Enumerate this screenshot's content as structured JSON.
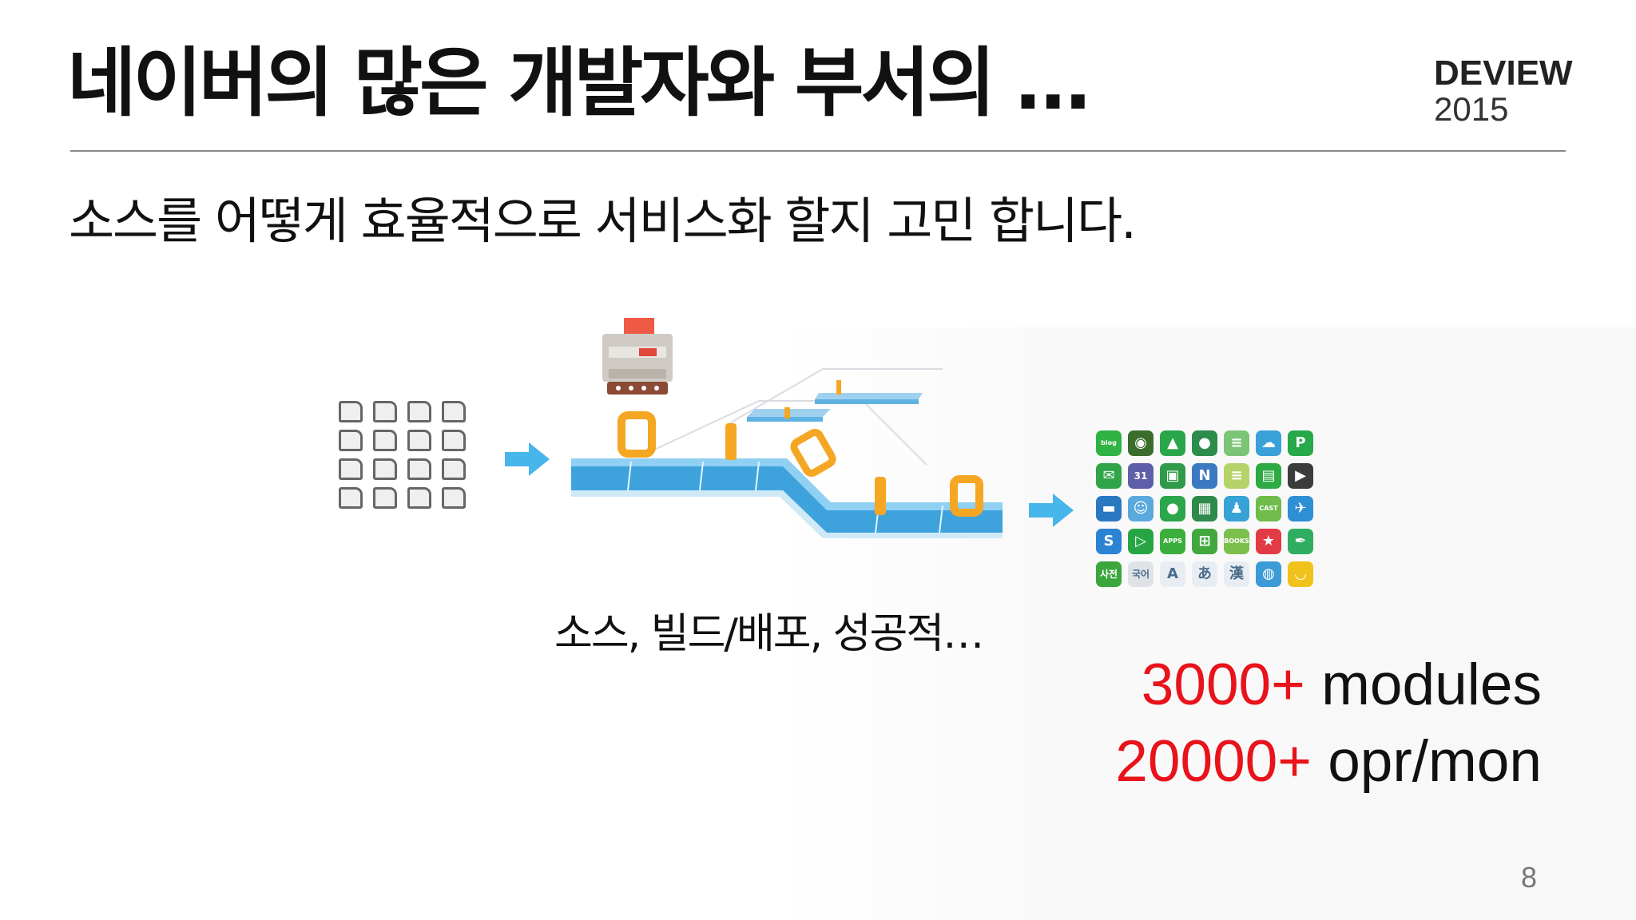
{
  "slide": {
    "title": "네이버의 많은 개발자와 부서의 …",
    "subtitle": "소스를 어떻게 효율적으로 서비스화 할지 고민 합니다.",
    "caption": "소스, 빌드/배포, 성공적…",
    "page_number": "8"
  },
  "logo": {
    "line1": "DEVIEW",
    "line2": "2015"
  },
  "stats": [
    {
      "value": "3000+",
      "label": " modules"
    },
    {
      "value": "20000+",
      "label": " opr/mon"
    }
  ],
  "colors": {
    "accent_red": "#e8131b",
    "arrow_blue": "#47b6ea",
    "conveyor_blue": "#4aa8dc",
    "block_orange": "#f5a623",
    "app_green": "#2fb344",
    "rule_gray": "#8a8a8a"
  },
  "diagram": {
    "source_icon": "file-stack-icon",
    "arrow_icon": "right-arrow-icon",
    "build_icon": "conveyor-belt-icon",
    "services_icon": "app-grid-icon",
    "app_icons": [
      {
        "name": "blog-icon",
        "glyph": "blog",
        "color": "#2fb344"
      },
      {
        "name": "camera-icon",
        "glyph": "◉",
        "color": "#3b6e2d"
      },
      {
        "name": "school-icon",
        "glyph": "▲",
        "color": "#2aa64a"
      },
      {
        "name": "map-pin-icon",
        "glyph": "●",
        "color": "#2c8c4c"
      },
      {
        "name": "news-icon",
        "glyph": "≡",
        "color": "#7cc576"
      },
      {
        "name": "weather-icon",
        "glyph": "☁",
        "color": "#3aa1d8"
      },
      {
        "name": "pay-icon",
        "glyph": "P",
        "color": "#27a94a"
      },
      {
        "name": "mail-icon",
        "glyph": "✉",
        "color": "#2fa448"
      },
      {
        "name": "calendar-icon",
        "glyph": "31",
        "color": "#5e5fa8"
      },
      {
        "name": "contacts-icon",
        "glyph": "▣",
        "color": "#2f9b49"
      },
      {
        "name": "naver-icon",
        "glyph": "N",
        "color": "#3b7ac3"
      },
      {
        "name": "memo-icon",
        "glyph": "≡",
        "color": "#b6d36a"
      },
      {
        "name": "list-icon",
        "glyph": "▤",
        "color": "#2eaa42"
      },
      {
        "name": "video-icon",
        "glyph": "▶",
        "color": "#3c3c3c"
      },
      {
        "name": "car-icon",
        "glyph": "▬",
        "color": "#2b78c2"
      },
      {
        "name": "baby-icon",
        "glyph": "☺",
        "color": "#5aa9dd"
      },
      {
        "name": "location-icon",
        "glyph": "●",
        "color": "#2ca64b"
      },
      {
        "name": "photo-icon",
        "glyph": "▦",
        "color": "#2e8a4a"
      },
      {
        "name": "run-icon",
        "glyph": "♟",
        "color": "#36a2d6"
      },
      {
        "name": "cast-icon",
        "glyph": "CAST",
        "color": "#6fbc4b"
      },
      {
        "name": "plane-icon",
        "glyph": "✈",
        "color": "#2f8fd4"
      },
      {
        "name": "s-app-icon",
        "glyph": "S",
        "color": "#2b83d3"
      },
      {
        "name": "play-icon",
        "glyph": "▷",
        "color": "#27a545"
      },
      {
        "name": "apps-icon",
        "glyph": "APPS",
        "color": "#3cae3b"
      },
      {
        "name": "cart-icon",
        "glyph": "⊞",
        "color": "#41a83e"
      },
      {
        "name": "books-icon",
        "glyph": "BOOKS",
        "color": "#7bbf4c"
      },
      {
        "name": "star-icon",
        "glyph": "★",
        "color": "#e23b45"
      },
      {
        "name": "pen-icon",
        "glyph": "✒",
        "color": "#2fae62"
      },
      {
        "name": "dictionary-icon",
        "glyph": "사전",
        "color": "#3aa63d"
      },
      {
        "name": "korean-dict-icon",
        "glyph": "국어",
        "color": "#dfe3e8"
      },
      {
        "name": "english-dict-icon",
        "glyph": "A",
        "color": "#e7edf3"
      },
      {
        "name": "japanese-dict-icon",
        "glyph": "あ",
        "color": "#e7edf3"
      },
      {
        "name": "hanja-dict-icon",
        "glyph": "漢",
        "color": "#e7edf3"
      },
      {
        "name": "globe-icon",
        "glyph": "◍",
        "color": "#3b9bd6"
      },
      {
        "name": "smile-icon",
        "glyph": "◡",
        "color": "#f1c21b"
      }
    ]
  }
}
